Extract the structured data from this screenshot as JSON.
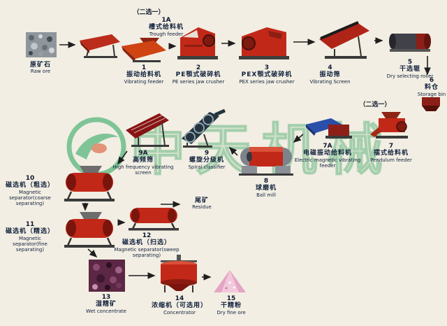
{
  "background_color": "#f2eee3",
  "watermark": {
    "text": "中天机械",
    "logo": "green-ring-swoosh",
    "color": "#23a35a"
  },
  "choose_one": {
    "top": "（二选一）",
    "middle": "（二选一）"
  },
  "colors": {
    "machine_red": "#c22818",
    "dark_red": "#7a150e",
    "feeder_blue": "#2a4faa",
    "classifier_dark": "#24333e",
    "arrow": "#1f1f1f",
    "label_text": "#10203c"
  },
  "nodes": {
    "raw_ore": {
      "num": "",
      "zh": "原矿石",
      "en": "Raw ore"
    },
    "trough_feeder": {
      "num": "1A",
      "zh": "槽式给料机",
      "en": "Trough feeder"
    },
    "vibrating_feeder": {
      "num": "1",
      "zh": "振动给料机",
      "en": "Vibrating feeder"
    },
    "pe_jaw_crusher": {
      "num": "2",
      "zh": "PE颚式破碎机",
      "en": "PE series jaw crusher"
    },
    "pex_jaw_crusher": {
      "num": "3",
      "zh": "PEX颚式破碎机",
      "en": "PEX series jaw crusher"
    },
    "vibrating_screen": {
      "num": "4",
      "zh": "振动筛",
      "en": "Vibrating Screen"
    },
    "dry_roller": {
      "num": "5",
      "zh": "干选辊",
      "en": "Dry selecting roller"
    },
    "storage_bin": {
      "num": "6",
      "zh": "料仓",
      "en": "Storage bin"
    },
    "pendulum_feeder": {
      "num": "7",
      "zh": "摆式给料机",
      "en": "Pendulum feeder"
    },
    "em_vibrating_feeder": {
      "num": "7A",
      "zh": "电磁振动给料机",
      "en": "Electric magnetic vibrating feeder"
    },
    "ball_mill": {
      "num": "8",
      "zh": "球磨机",
      "en": "Ball mill"
    },
    "spiral_classifier": {
      "num": "9",
      "zh": "螺旋分级机",
      "en": "Spiral classifier"
    },
    "hf_screen": {
      "num": "9A",
      "zh": "高频筛",
      "en": "High frequency vibrating screen"
    },
    "mag_sep_coarse": {
      "num": "10",
      "zh": "磁选机（粗选）",
      "en": "Magnetic separator(coarse separating)"
    },
    "mag_sep_fine": {
      "num": "11",
      "zh": "磁选机（精选）",
      "en": "Magnetic separator(fine separating)"
    },
    "mag_sep_sweep": {
      "num": "12",
      "zh": "磁选机（扫选）",
      "en": "Magnetic separator(sweep separating)"
    },
    "residue": {
      "zh": "尾矿",
      "en": "Residue"
    },
    "wet_concentrate": {
      "num": "13",
      "zh": "湿精矿",
      "en": "Wet concentrate"
    },
    "concentrator": {
      "num": "14",
      "zh": "浓缩机（可选用）",
      "en": "Concentrator"
    },
    "dry_fine_ore": {
      "num": "15",
      "zh": "干精粉",
      "en": "Dry fine ore"
    }
  }
}
